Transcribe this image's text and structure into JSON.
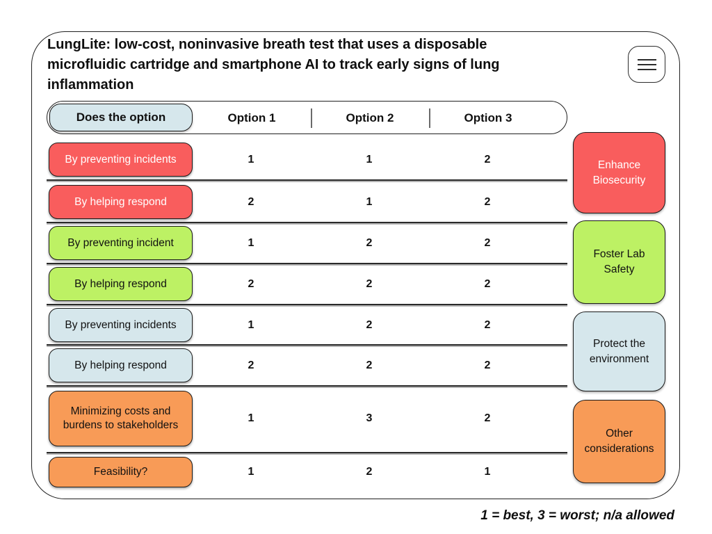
{
  "title": "LungLite: low-cost, noninvasive breath test that uses a disposable microfluidic cartridge and smartphone AI to track early signs of lung inflammation",
  "menu": {
    "icon": "hamburger-menu-icon"
  },
  "header": {
    "row_label": "Does the option",
    "columns": [
      "Option 1",
      "Option 2",
      "Option 3"
    ]
  },
  "rows": [
    {
      "label": "By preventing incidents",
      "color": "red",
      "values": [
        "1",
        "1",
        "2"
      ]
    },
    {
      "label": "By helping respond",
      "color": "red",
      "values": [
        "2",
        "1",
        "2"
      ]
    },
    {
      "label": "By preventing incident",
      "color": "green",
      "values": [
        "1",
        "2",
        "2"
      ]
    },
    {
      "label": "By helping respond",
      "color": "green",
      "values": [
        "2",
        "2",
        "2"
      ]
    },
    {
      "label": "By preventing incidents",
      "color": "blue",
      "values": [
        "1",
        "2",
        "2"
      ]
    },
    {
      "label": "By helping respond",
      "color": "blue",
      "values": [
        "2",
        "2",
        "2"
      ]
    },
    {
      "label": "Minimizing costs and burdens to stakeholders",
      "color": "orange",
      "values": [
        "1",
        "3",
        "2"
      ]
    },
    {
      "label": "Feasibility?",
      "color": "orange",
      "values": [
        "1",
        "2",
        "1"
      ]
    }
  ],
  "categories": [
    {
      "label": "Enhance Biosecurity",
      "color": "red"
    },
    {
      "label": "Foster Lab Safety",
      "color": "green"
    },
    {
      "label": "Protect the environment",
      "color": "blue"
    },
    {
      "label": "Other considerations",
      "color": "orange"
    }
  ],
  "palette": {
    "red": "#F95D5D",
    "green": "#BDF164",
    "blue": "#D6E7EC",
    "orange": "#F89B57",
    "border": "#1A1A1A"
  },
  "footnote": "1 = best, 3 = worst; n/a allowed",
  "scoring_scale": {
    "best": "1",
    "worst": "3",
    "na": "n/a allowed"
  }
}
